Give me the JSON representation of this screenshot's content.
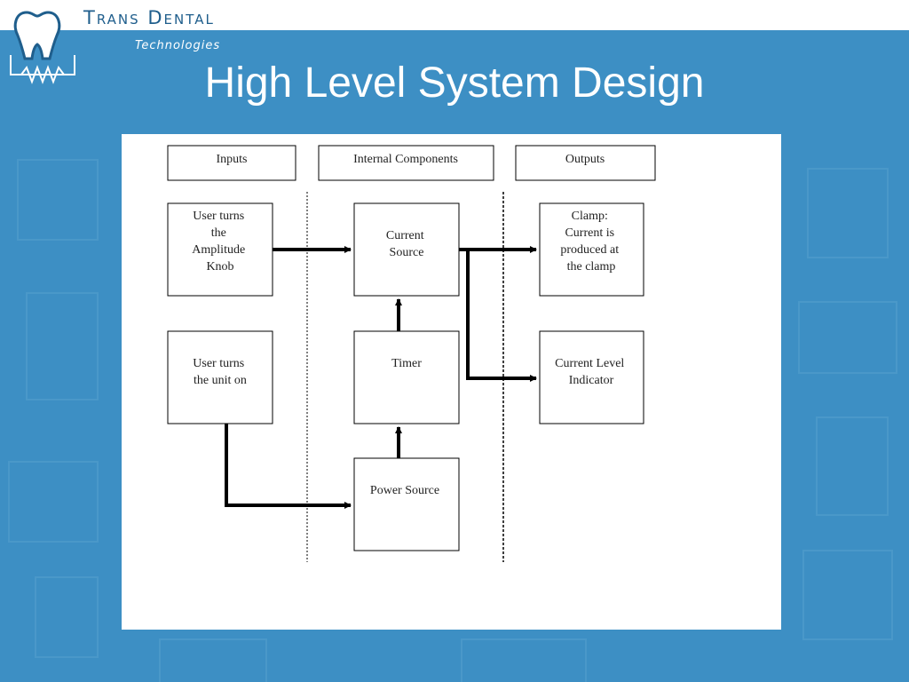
{
  "logo": {
    "name": "Trans Dental",
    "sub": "Technologies"
  },
  "slide": {
    "title": "High Level System Design"
  },
  "diagram": {
    "headers": {
      "inputs": "Inputs",
      "internal": "Internal Components",
      "outputs": "Outputs"
    },
    "nodes": {
      "amplitude": [
        "User turns",
        "the",
        "Amplitude",
        "Knob"
      ],
      "unit_on": [
        "User turns",
        "the unit on"
      ],
      "current_source": [
        "Current",
        "Source"
      ],
      "timer": [
        "Timer"
      ],
      "power_source": [
        "Power Source"
      ],
      "clamp": [
        "Clamp:",
        "Current is",
        "produced at",
        "the clamp"
      ],
      "level_indicator": [
        "Current Level",
        "Indicator"
      ]
    }
  }
}
